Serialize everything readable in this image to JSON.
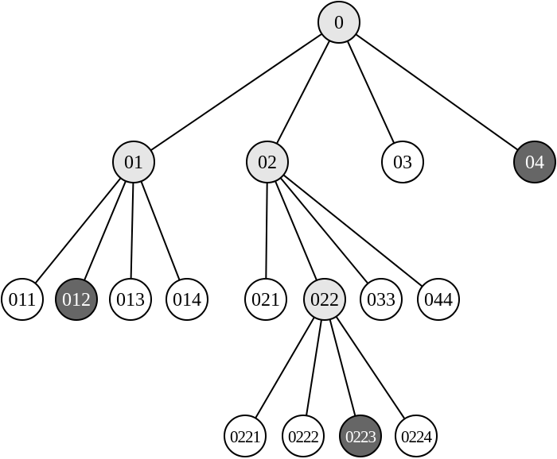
{
  "colors": {
    "root_fill": "#e6e6e6",
    "plain_fill": "#ffffff",
    "highlight_fill": "#666666",
    "dark_text": "#000000",
    "light_text": "#ffffff",
    "edge": "#000000"
  },
  "tree": {
    "nodes": [
      {
        "id": "n0",
        "label": "0",
        "kind": "root"
      },
      {
        "id": "n01",
        "label": "01",
        "kind": "root"
      },
      {
        "id": "n02",
        "label": "02",
        "kind": "root"
      },
      {
        "id": "n03",
        "label": "03",
        "kind": "plain"
      },
      {
        "id": "n04",
        "label": "04",
        "kind": "highlight"
      },
      {
        "id": "n011",
        "label": "011",
        "kind": "plain"
      },
      {
        "id": "n012",
        "label": "012",
        "kind": "highlight"
      },
      {
        "id": "n013",
        "label": "013",
        "kind": "plain"
      },
      {
        "id": "n014",
        "label": "014",
        "kind": "plain"
      },
      {
        "id": "n021",
        "label": "021",
        "kind": "plain"
      },
      {
        "id": "n022",
        "label": "022",
        "kind": "root"
      },
      {
        "id": "n033",
        "label": "033",
        "kind": "plain"
      },
      {
        "id": "n044",
        "label": "044",
        "kind": "plain"
      },
      {
        "id": "n0221",
        "label": "0221",
        "kind": "plain"
      },
      {
        "id": "n0222",
        "label": "0222",
        "kind": "plain"
      },
      {
        "id": "n0223",
        "label": "0223",
        "kind": "highlight"
      },
      {
        "id": "n0224",
        "label": "0224",
        "kind": "plain"
      }
    ],
    "edges": [
      [
        "n0",
        "n01"
      ],
      [
        "n0",
        "n02"
      ],
      [
        "n0",
        "n03"
      ],
      [
        "n0",
        "n04"
      ],
      [
        "n01",
        "n011"
      ],
      [
        "n01",
        "n012"
      ],
      [
        "n01",
        "n013"
      ],
      [
        "n01",
        "n014"
      ],
      [
        "n02",
        "n021"
      ],
      [
        "n02",
        "n022"
      ],
      [
        "n02",
        "n033"
      ],
      [
        "n02",
        "n044"
      ],
      [
        "n022",
        "n0221"
      ],
      [
        "n022",
        "n0222"
      ],
      [
        "n022",
        "n0223"
      ],
      [
        "n022",
        "n0224"
      ]
    ]
  }
}
